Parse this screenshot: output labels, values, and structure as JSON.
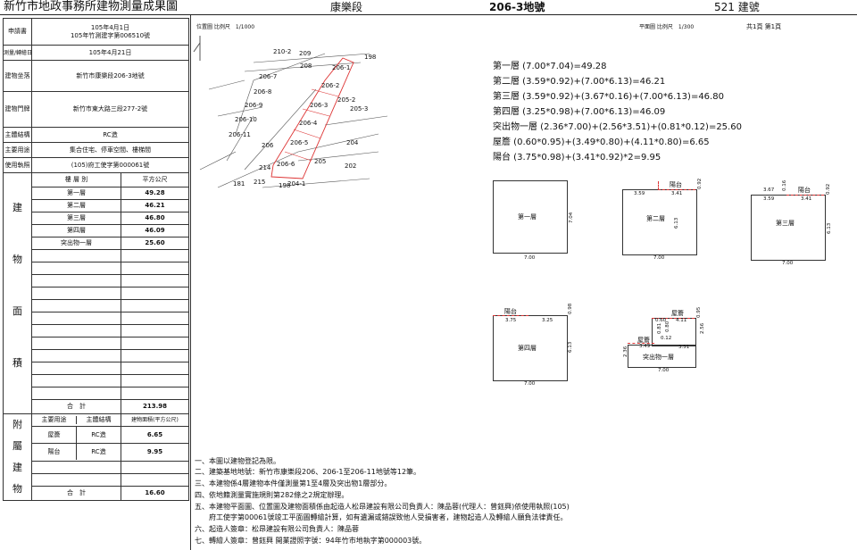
{
  "header": {
    "title": "新竹市地政事務所建物測量成果圖",
    "section": "康樂段",
    "lot": "206-3地號",
    "building_no": "521 建號"
  },
  "info": [
    {
      "label": "申請書",
      "value1": "105年4月1日",
      "value2": "105年竹測建字第006510號"
    },
    {
      "label": "測量/轉繪日期",
      "value1": "105年4月21日"
    },
    {
      "label": "建物坐落",
      "value1": "新竹市康樂段206-3地號"
    },
    {
      "label": "建物門牌",
      "value1": "新竹市東大路三段277-2號"
    },
    {
      "label": "主體結構",
      "value1": "RC造"
    },
    {
      "label": "主要用途",
      "value1": "集合住宅、停車空間、樓梯間"
    },
    {
      "label": "使用執照",
      "value1": "(105)府工使字第000061號"
    }
  ],
  "floors": {
    "side_chars": [
      "建",
      "物",
      "面",
      "積"
    ],
    "col_floor": "樓 層 別",
    "col_area": "平方公尺",
    "rows": [
      {
        "floor": "第一層",
        "area": "49.28"
      },
      {
        "floor": "第二層",
        "area": "46.21"
      },
      {
        "floor": "第三層",
        "area": "46.80"
      },
      {
        "floor": "第四層",
        "area": "46.09"
      },
      {
        "floor": "突出物一層",
        "area": "25.60"
      }
    ],
    "total_label": "合　計",
    "total": "213.98"
  },
  "attached": {
    "side_chars": [
      "附",
      "屬",
      "建",
      "物"
    ],
    "col_use": "主要用途",
    "col_struct": "主體結構",
    "col_area": "建物面積(平方公尺)",
    "rows": [
      {
        "use": "屋簷",
        "struct": "RC造",
        "area": "6.65"
      },
      {
        "use": "陽台",
        "struct": "RC造",
        "area": "9.95"
      }
    ],
    "total_label": "合　計",
    "total": "16.60"
  },
  "map": {
    "legend": "位置圖 比例尺　1/1000",
    "parcels": [
      "210-2",
      "209",
      "198",
      "208",
      "206-1",
      "206-7",
      "206-2",
      "206-8",
      "205-2",
      "206-9",
      "206-3",
      "205-3",
      "206-10",
      "206-4",
      "206-11",
      "206",
      "206-5",
      "204",
      "205",
      "206-6",
      "202",
      "214",
      "181",
      "215",
      "198",
      "204-1"
    ]
  },
  "plan": {
    "legend": "平面圖 比例尺　1/300",
    "pages": "共1頁 第1頁"
  },
  "equations": [
    "第一層 (7.00*7.04)=49.28",
    "第二層 (3.59*0.92)+(7.00*6.13)=46.21",
    "第三層 (3.59*0.92)+(3.67*0.16)+(7.00*6.13)=46.80",
    "第四層 (3.25*0.98)+(7.00*6.13)=46.09",
    "突出物一層 (2.36*7.00)+(2.56*3.51)+(0.81*0.12)=25.60",
    "屋簷 (0.60*0.95)+(3.49*0.80)+(4.11*0.80)=6.65",
    "陽台 (3.75*0.98)+(3.41*0.92)*2=9.95"
  ],
  "diagrams": {
    "f1": {
      "name": "第一層",
      "w": "7.00",
      "h": "7.04"
    },
    "f2": {
      "name": "第二層",
      "w": "7.00",
      "h": "6.13",
      "a": "3.59",
      "b": "3.41",
      "c": "0.92",
      "balcony": "陽台"
    },
    "f3": {
      "name": "第三層",
      "w": "7.00",
      "h": "6.13",
      "a": "3.67",
      "a2": "3.59",
      "b": "3.41",
      "c": "0.92",
      "d": "0.16",
      "balcony": "陽台"
    },
    "f4": {
      "name": "第四層",
      "w": "7.00",
      "h": "6.13",
      "a": "3.75",
      "b": "3.25",
      "c": "0.98",
      "balcony": "陽台"
    },
    "p1": {
      "name": "突出物一層",
      "w": "7.00",
      "eave": "屋簷",
      "t1": "0.60",
      "t2": "4.11",
      "t3": "0.80",
      "t4": "3.49",
      "t5": "3.51",
      "t6": "0.12",
      "t7": "0.81",
      "t8": "2.36",
      "t9": "2.56",
      "t10": "0.95"
    }
  },
  "notes": [
    "一、本圖以建物登記為限。",
    "二、建築基地地號：新竹市康樂段206、206-1至206-11地號等12筆。",
    "三、本建物係4層建物本件僅測量第1至4層及突出物1層部分。",
    "四、依地籍測量實施規則第282條之2規定辦理。",
    "五、本建物平面圖、位置圖及建物面積係由起造人松昂建設有限公司負責人：陳品蓉(代理人：曾鈺興)依使用執照(105)",
    "　　府工使字第00061號竣工平面圖轉繪計算，如有遺漏或錯誤致他人受損害者，建物起造人及轉繪人願負法律責任。",
    "六、起造人簽章：松昂建設有限公司負責人：陳品蓉",
    "七、轉繪人簽章：曾鈺興 開業證照字號：94年竹市地執字第000003號。"
  ]
}
